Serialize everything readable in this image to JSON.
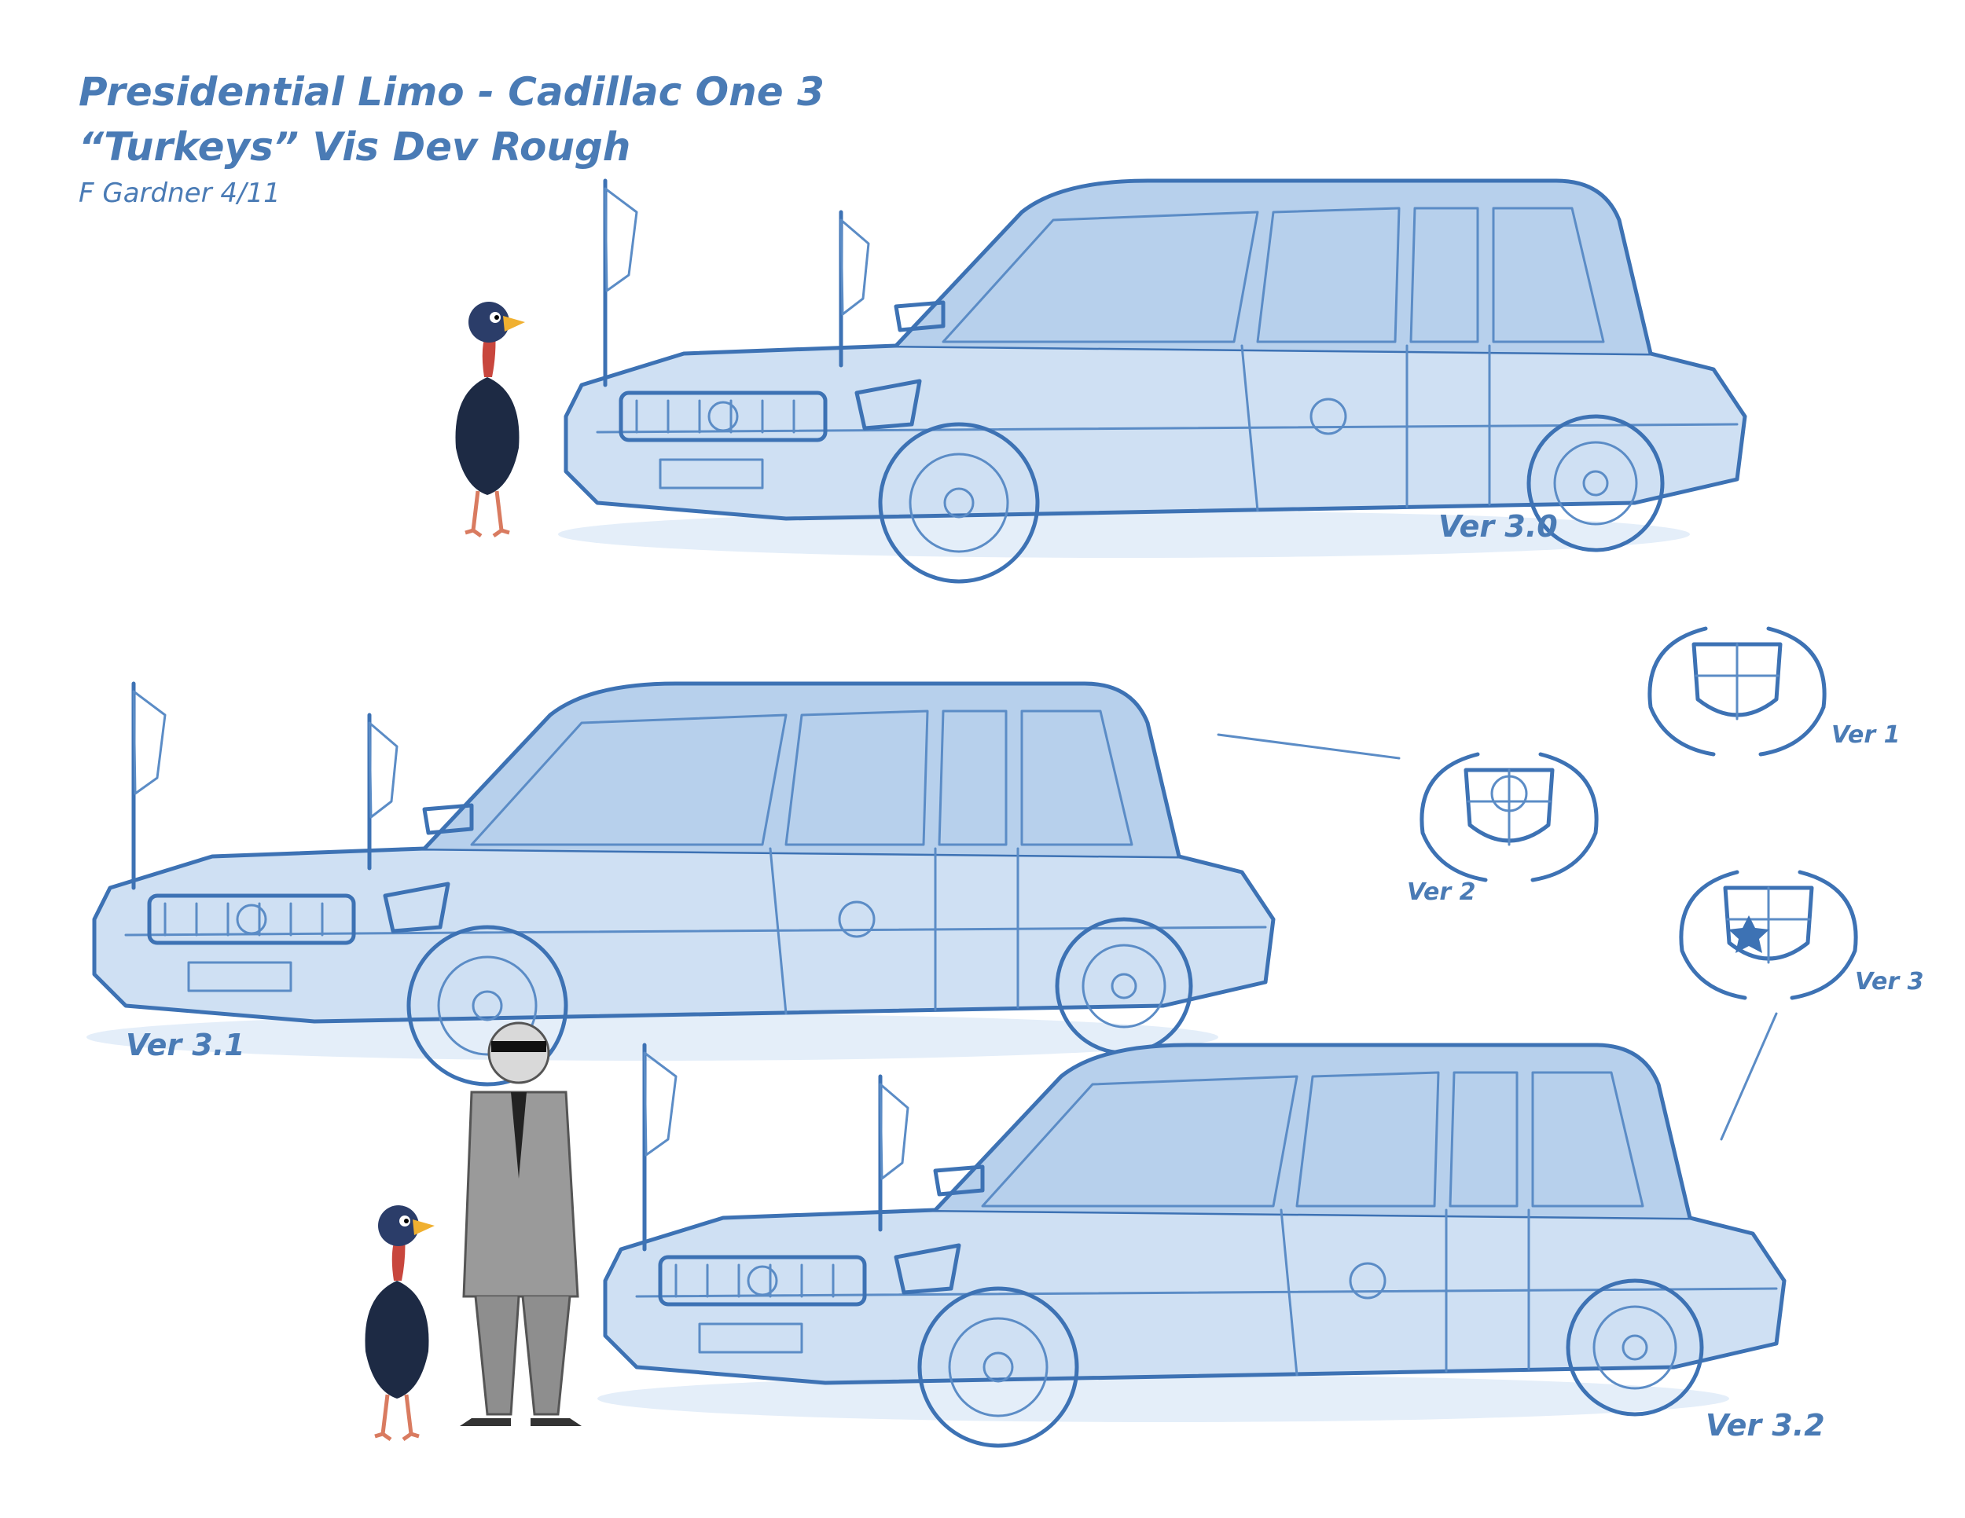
{
  "header": {
    "title_line1": "Presidential Limo - Cadillac One 3",
    "title_line2": "“Turkeys” Vis Dev Rough",
    "credit": "F Gardner 4/11"
  },
  "cars": [
    {
      "label": "Ver 3.0"
    },
    {
      "label": "Ver 3.1"
    },
    {
      "label": "Ver 3.2"
    }
  ],
  "emblems": [
    {
      "label": "Ver 1"
    },
    {
      "label": "Ver 2"
    },
    {
      "label": "Ver 3"
    }
  ],
  "colors": {
    "ink": "#4a7bb5",
    "pencil": "#3d72b4",
    "turkey_body": "#1d2a44",
    "turkey_head": "#c8463d",
    "agent_suit": "#9a9a9a"
  }
}
